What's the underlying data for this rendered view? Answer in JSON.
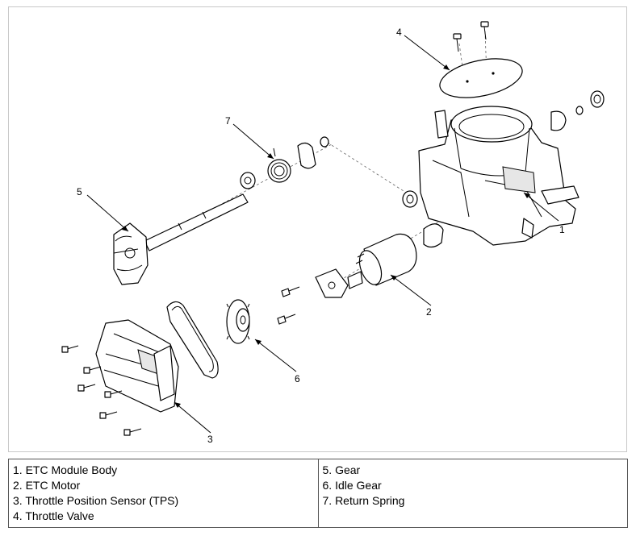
{
  "callouts": {
    "c1": "1",
    "c2": "2",
    "c3": "3",
    "c4": "4",
    "c5": "5",
    "c6": "6",
    "c7": "7"
  },
  "legend": {
    "left": [
      "1. ETC Module Body",
      "2. ETC Motor",
      "3. Throttle Position Sensor (TPS)",
      "4. Throttle Valve"
    ],
    "right": [
      "5. Gear",
      "6. Idle Gear",
      "7. Return Spring"
    ]
  }
}
